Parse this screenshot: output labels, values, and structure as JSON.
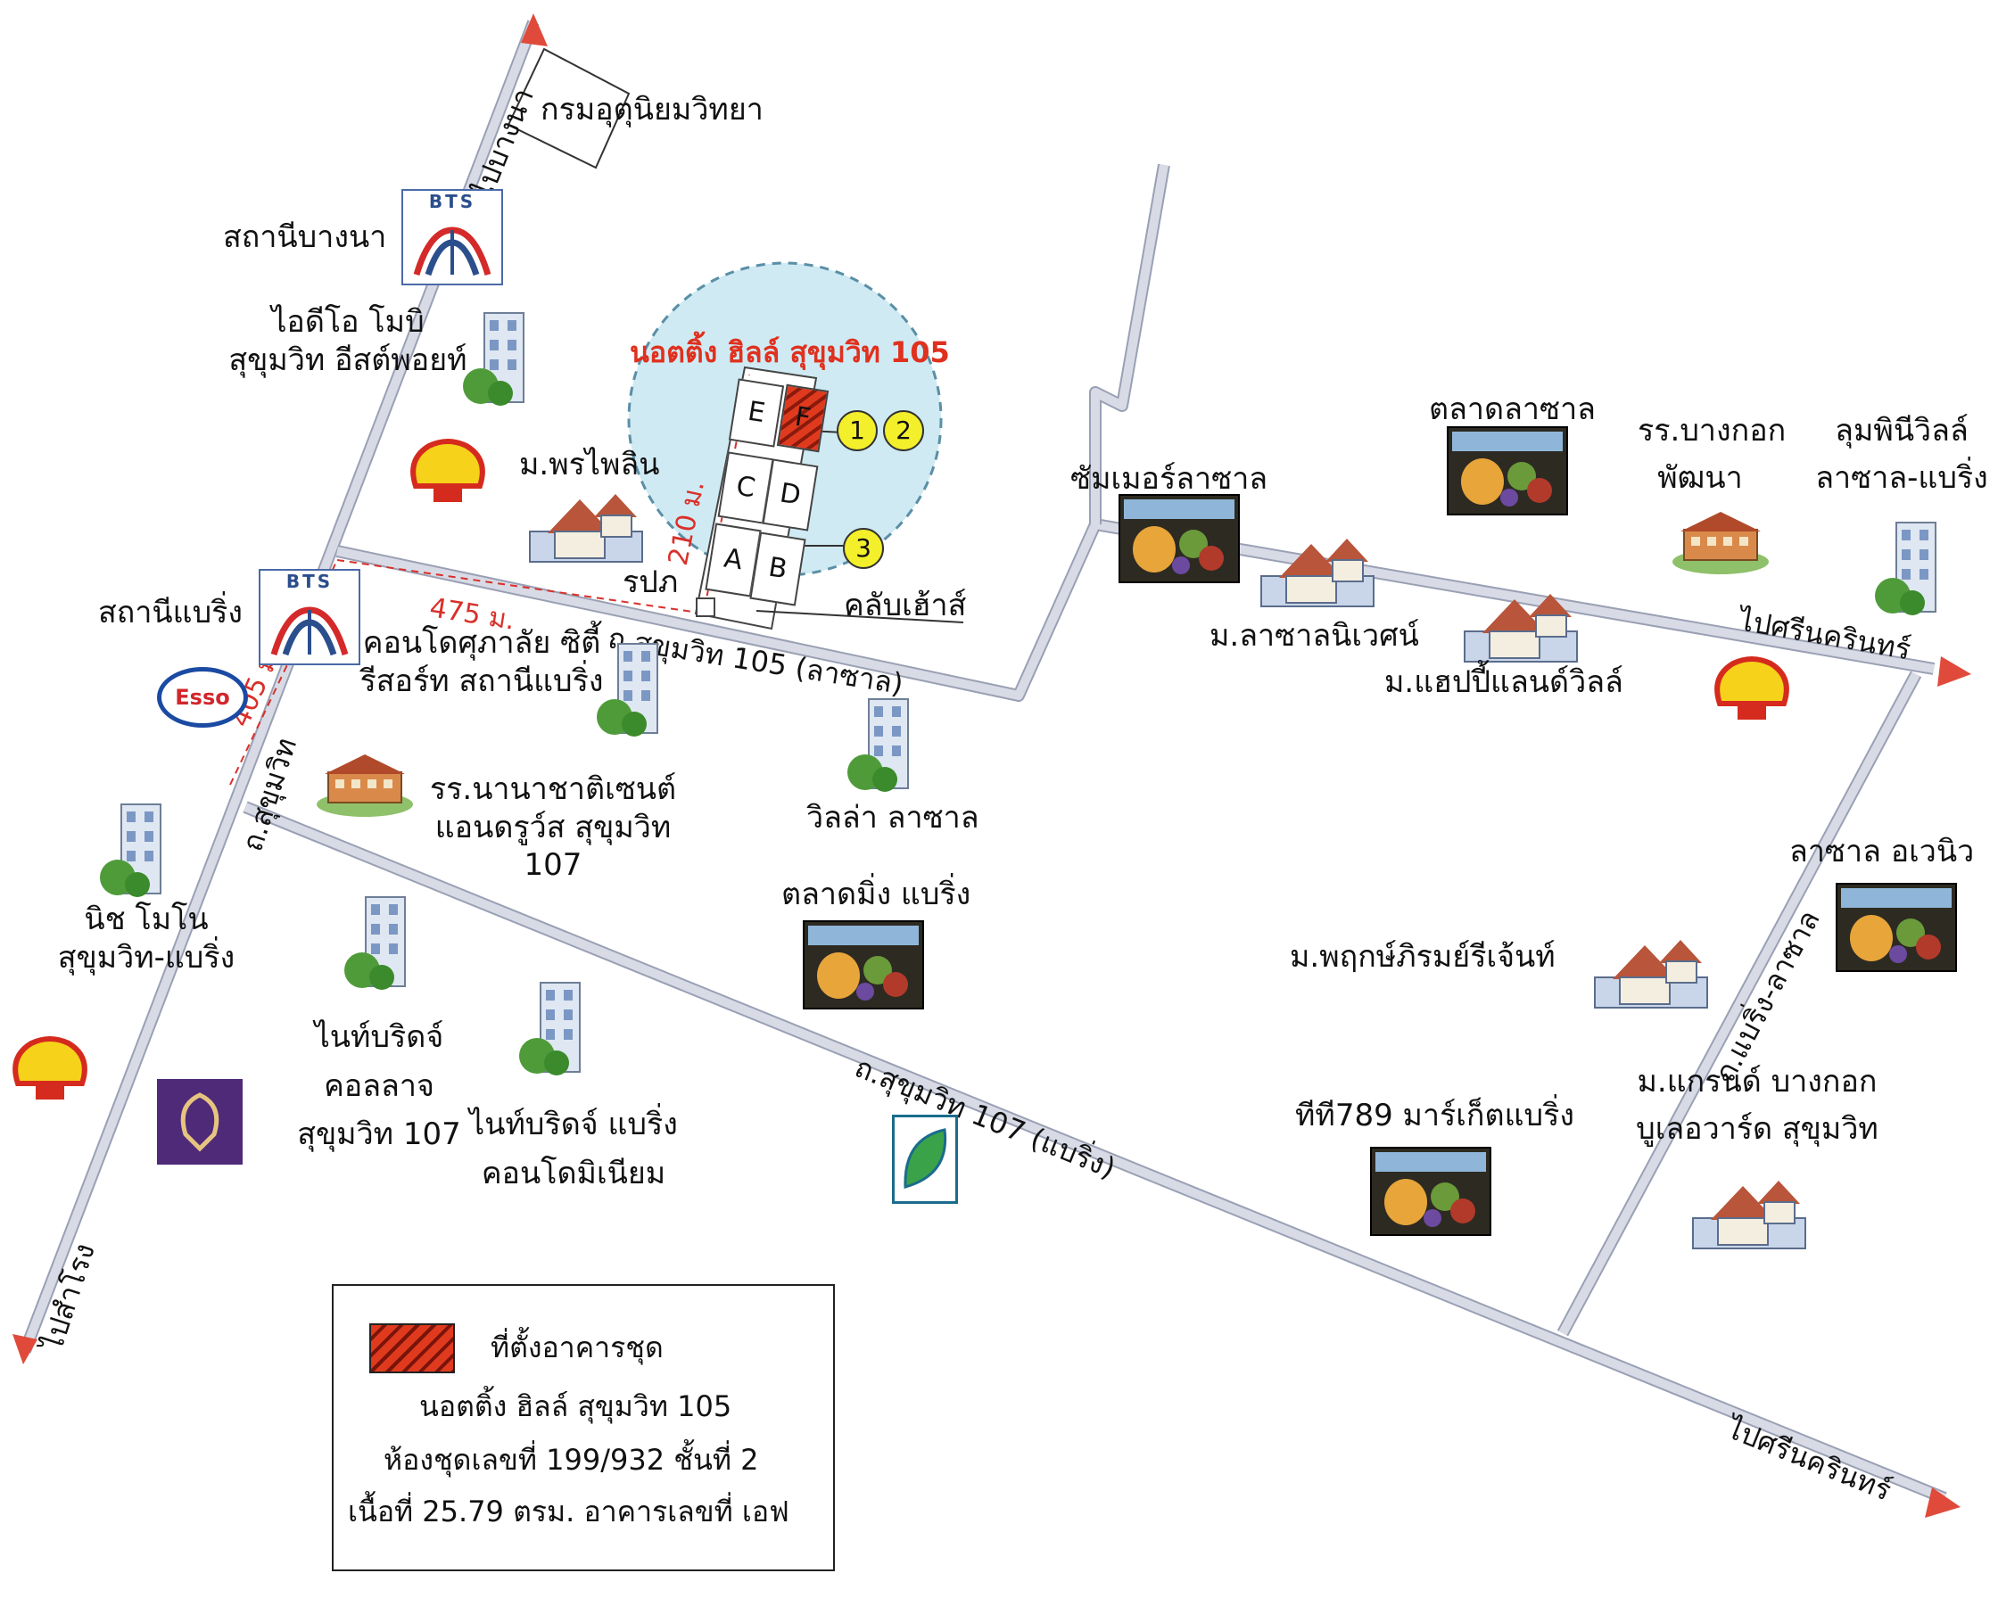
{
  "title": "นอตติ้ง ฮิลล์ สุขุมวิท 105",
  "places": {
    "dept": "กรมอุตุนิยมวิทยา",
    "bangna_station": "สถานีบางนา",
    "ideo_1": "ไอดีโอ โมบิ",
    "ideo_2": "สุขุมวิท อีสต์พอยท์",
    "pornpailin": "ม.พรไพลิน",
    "bearing_station": "สถานีแบริ่ง",
    "condo_1": "คอนโดศุภาลัย ซิตี้",
    "condo_2": "รีสอร์ท สถานีแบริ่ง",
    "school_1": "รร.นานาชาติเซนต์",
    "school_2": "แอนดรูว์ส สุขุมวิท",
    "school_3": "107",
    "niche_1": "นิช โมโน",
    "niche_2": "สุขุมวิท-แบริ่ง",
    "knight1_1": "ไนท์บริดจ์",
    "knight1_2": "คอลลาจ",
    "knight1_3": "สุขุมวิท 107",
    "knight2_1": "ไนท์บริดจ์ แบริ่ง",
    "knight2_2": "คอนโดมิเนียม",
    "villa": "วิลล่า ลาซาล",
    "ming_market": "ตลาดมิ่ง แบริ่ง",
    "summer": "ซัมเมอร์ลาซาล",
    "lasalle_market": "ตลาดลาซาล",
    "lasalle_nivet": "ม.ลาซาลนิเวศน์",
    "happyland": "ม.แฮปปี้แลนด์วิลล์",
    "bkk_school_1": "รร.บางกอก",
    "bkk_school_2": "พัฒนา",
    "lumpini_1": "ลุมพินีวิลล์",
    "lumpini_2": "ลาซาล-แบริ่ง",
    "lasalle_avenue": "ลาซาล อเวนิว",
    "pruksa": "ม.พฤกษ์ภิรมย์รีเจ้นท์",
    "tt789": "ทีที789 มาร์เก็ตแบริ่ง",
    "grand_1": "ม.แกรนด์ บางกอก",
    "grand_2": "บูเลอวาร์ด สุขุมวิท",
    "rapa": "รปภ",
    "clubhouse": "คลับเฮ้าส์"
  },
  "roads": {
    "to_bangna": "ไปบางนา",
    "to_samrong": "ไปสำโรง",
    "to_srinakarin_1": "ไปศรีนครินทร์",
    "to_srinakarin_2": "ไปศรีนครินทร์",
    "sukhumvit": "ถ.สุขุมวิท",
    "soi105": "ถ.สุขุมวิท 105 (ลาซาล)",
    "soi107": "ถ.สุขุมวิท 107 (แบริ่ง)",
    "bearing_lasalle": "ถ.แบริ่ง-ลาซาล"
  },
  "distances": {
    "d405": "405 ม.",
    "d475": "475 ม.",
    "d210": "210 ม."
  },
  "buildings": [
    "E",
    "F",
    "C",
    "D",
    "A",
    "B"
  ],
  "markers": [
    "1",
    "2",
    "3"
  ],
  "logos": {
    "bts": "BTS",
    "esso": "Esso"
  },
  "legend": {
    "line1": "ที่ตั้งอาคารชุด",
    "line2": "นอตติ้ง ฮิลล์ สุขุมวิท 105",
    "line3": "ห้องชุดเลขที่ 199/932  ชั้นที่ 2",
    "line4": "เนื้อที่ 25.79 ตรม.  อาคารเลขที่ เอฟ"
  },
  "colors": {
    "road": "#cfd3df",
    "road_edge": "#9aa0b4",
    "arrow": "#e04a3a",
    "accent_red": "#e0301e",
    "circle": "#cfeaf3",
    "marker": "#f3ef2a"
  }
}
